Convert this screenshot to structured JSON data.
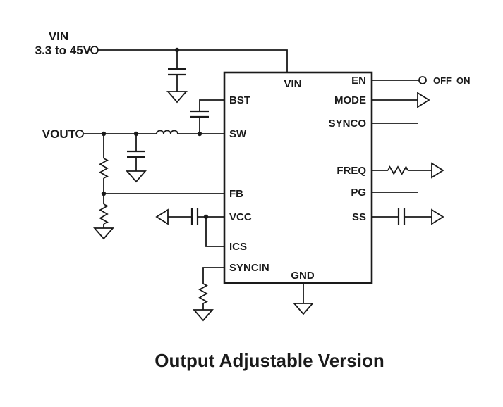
{
  "diagram": {
    "title": "Output Adjustable Version",
    "input": {
      "label": "VIN",
      "range": "3.3 to 45V"
    },
    "output": {
      "label": "VOUT"
    },
    "enable": {
      "off": "OFF",
      "on": "ON"
    },
    "ic": {
      "top_pin": "VIN",
      "bottom_pin": "GND",
      "left_pins": [
        "BST",
        "SW",
        "FB",
        "VCC",
        "ICS",
        "SYNCIN"
      ],
      "right_pins": [
        "EN",
        "MODE",
        "SYNCO",
        "FREQ",
        "PG",
        "SS"
      ]
    },
    "colors": {
      "line": "#1a1a1a",
      "background": "#ffffff"
    }
  }
}
